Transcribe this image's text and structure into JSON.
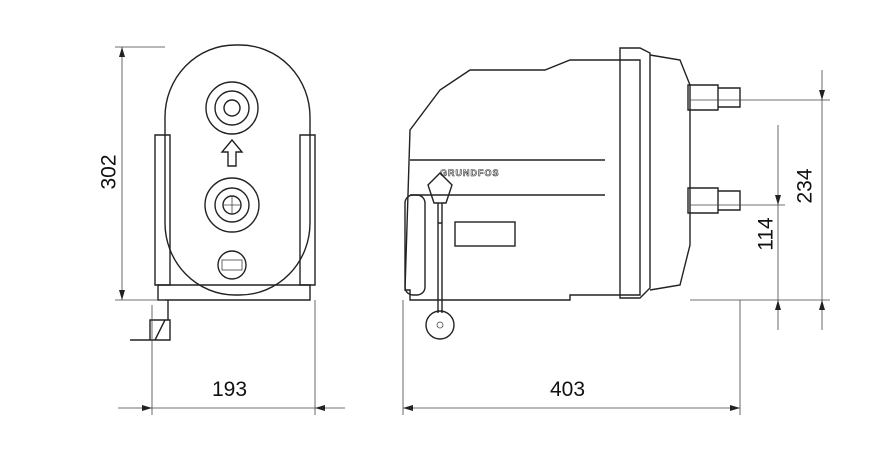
{
  "dimensions": {
    "front_height": "302",
    "front_width": "193",
    "side_length": "403",
    "outlet_height": "234",
    "inlet_height": "114"
  },
  "logo": "GRUNDFOS"
}
